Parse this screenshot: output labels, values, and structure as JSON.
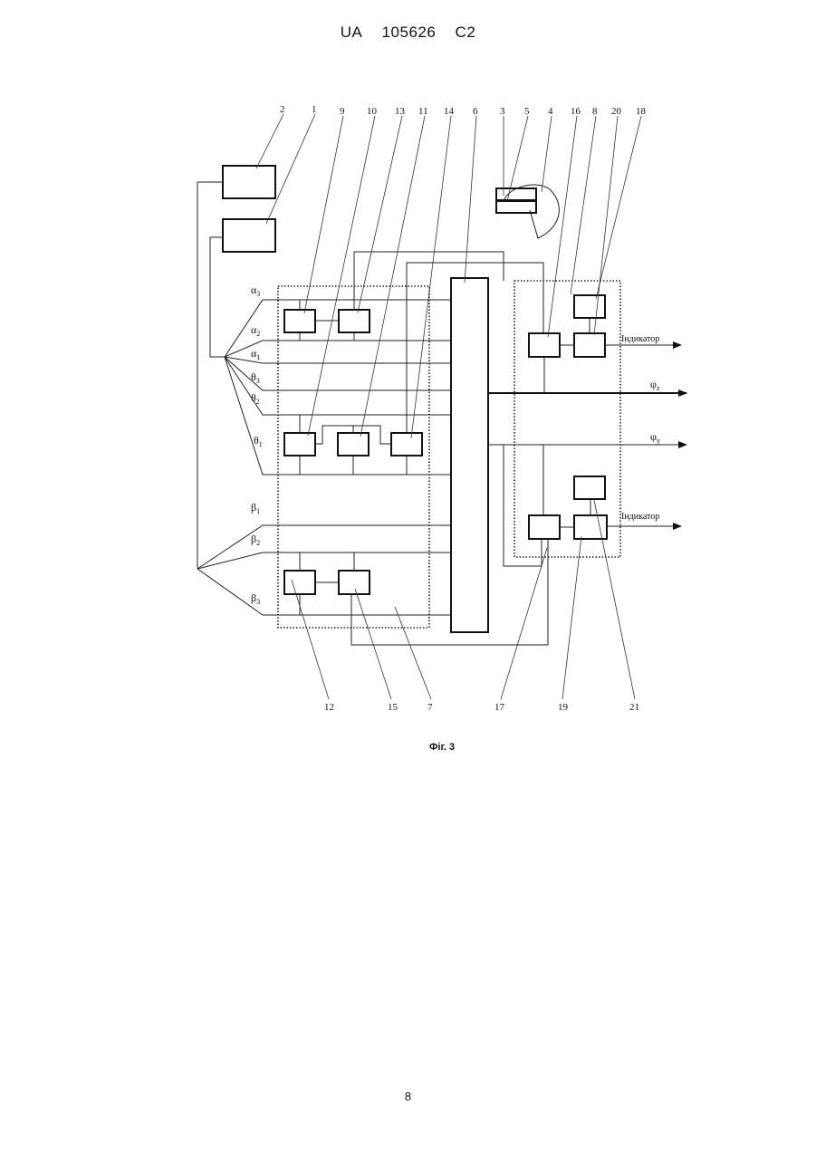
{
  "header": {
    "country": "UA",
    "number": "105626",
    "kind": "C2"
  },
  "page_number": "8",
  "figure": {
    "caption": "Фіг. 3",
    "top_labels": [
      "2",
      "1",
      "9",
      "10",
      "13",
      "11",
      "14",
      "6",
      "3",
      "5",
      "4",
      "16",
      "8",
      "20",
      "18"
    ],
    "bottom_labels": [
      "12",
      "15",
      "7",
      "17",
      "19",
      "21"
    ],
    "signals": {
      "alpha": "α",
      "theta": "θ",
      "beta": "β",
      "phi": "φ",
      "idx1": "1",
      "idx2": "2",
      "idx3": "3",
      "z": "z",
      "y": "y"
    },
    "outputs": {
      "indicator_top": "Індикатор",
      "indicator_bottom": "Індикатор"
    }
  }
}
